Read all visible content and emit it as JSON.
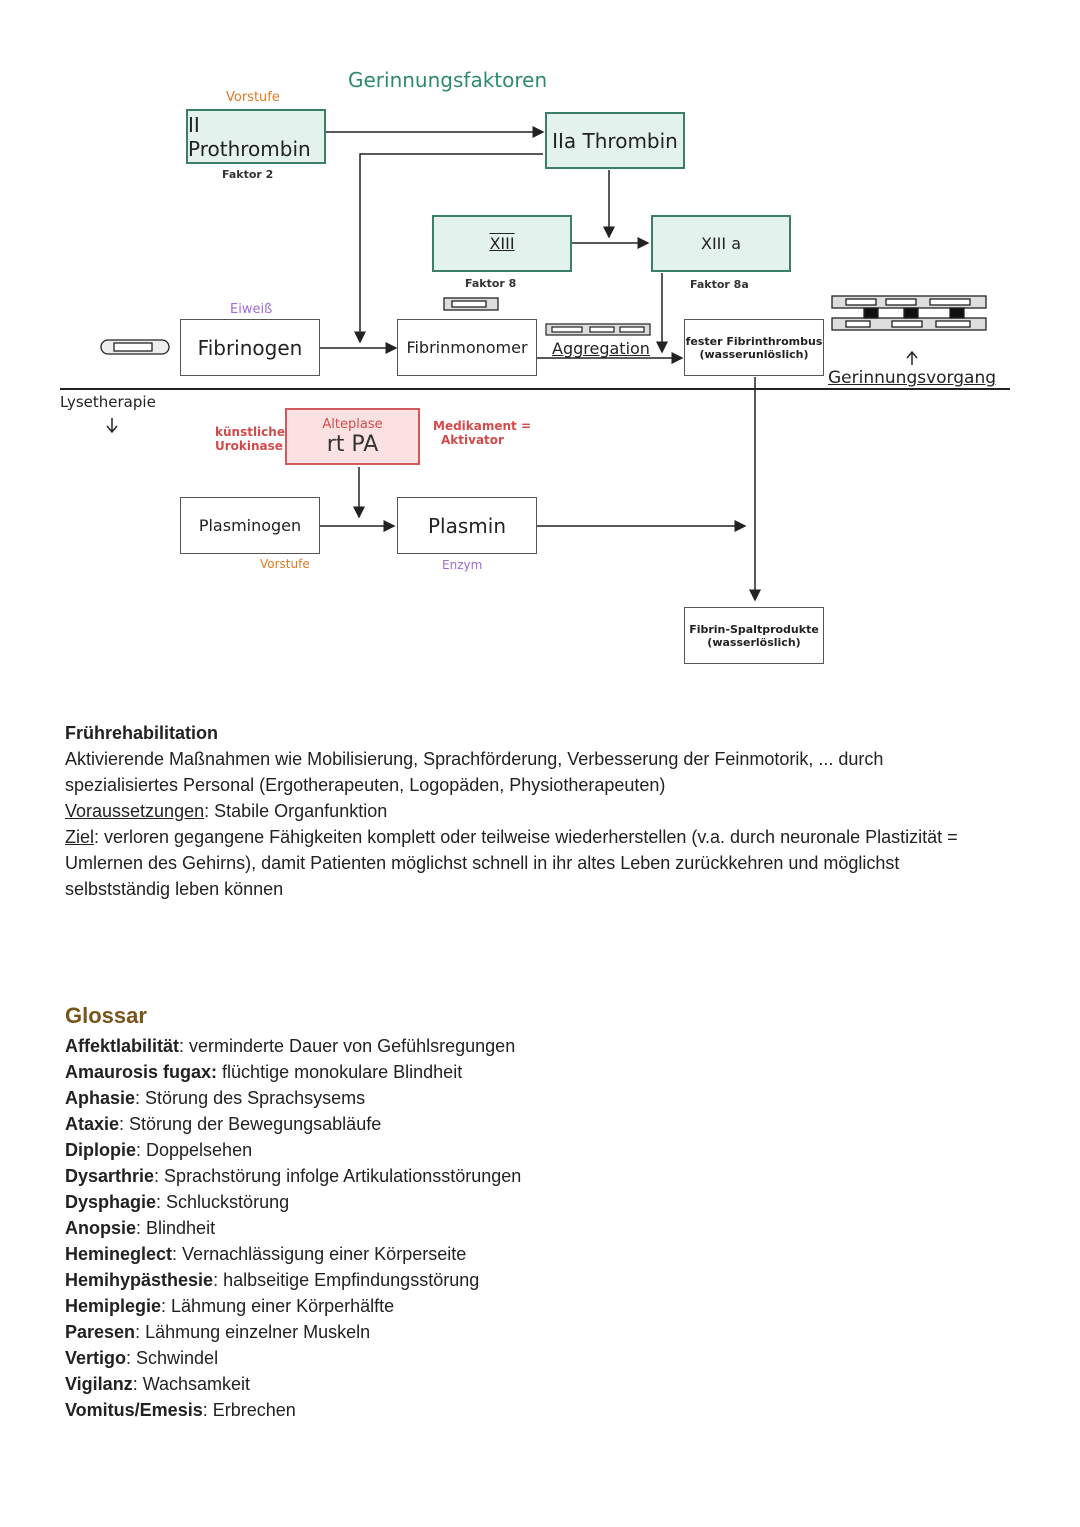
{
  "diagram": {
    "title": "Gerinnungsfaktoren",
    "prothrombin": {
      "pre": "Vorstufe",
      "label": "II Prothrombin",
      "sub": "Faktor 2"
    },
    "thrombin": {
      "label": "IIa Thrombin"
    },
    "f13": {
      "label": "XIII",
      "sub": "Faktor 8"
    },
    "f13a": {
      "label": "XIII a",
      "sub": "Faktor 8a"
    },
    "fibrinogen": {
      "pre": "Eiweiß",
      "label": "Fibrinogen"
    },
    "fibrinmonomer": {
      "label": "Fibrinmonomer"
    },
    "aggregation": "Aggregation",
    "thrombus": {
      "line1": "fester Fibrinthrombus",
      "line2": "(wasserunlöslich)"
    },
    "gerinnungsvorgang": "Gerinnungsvorgang",
    "lysetherapie": "Lysetherapie",
    "urokinase": {
      "line1": "künstliche",
      "line2": "Urokinase"
    },
    "alteplase": {
      "top": "Alteplase",
      "label": "rt PA"
    },
    "medikament": {
      "line1": "Medikament =",
      "line2": "Aktivator"
    },
    "plasminogen": {
      "label": "Plasminogen",
      "sub": "Vorstufe"
    },
    "plasmin": {
      "label": "Plasmin",
      "sub": "Enzym"
    },
    "spaltprodukte": {
      "line1": "Fibrin-Spaltprodukte",
      "line2": "(wasserlöslich)"
    },
    "colors": {
      "green": "#3d7f66",
      "green_fill": "#e3f2ec",
      "red": "#d35a5a",
      "red_fill": "#fbe1e1",
      "orange": "#e07a24",
      "purple": "#9d6ad6"
    }
  },
  "fruehreha": {
    "heading": "Frührehabilitation",
    "line1": "Aktivierende Maßnahmen wie Mobilisierung, Sprachförderung, Verbesserung der Feinmotorik, ... durch",
    "line2": "spezialisiertes Personal (Ergotherapeuten, Logopäden, Physiotherapeuten)",
    "req_label": "Voraussetzungen",
    "req_text": ": Stabile Organfunktion",
    "goal_label": "Ziel",
    "goal_line1": ": verloren gegangene Fähigkeiten komplett oder teilweise wiederherstellen (v.a. durch neuronale Plastizität =",
    "goal_line2": "Umlernen des Gehirns), damit Patienten möglichst schnell in ihr altes Leben zurückkehren und möglichst",
    "goal_line3": "selbstständig leben können"
  },
  "glossar": {
    "heading": "Glossar",
    "heading_color": "#7a5418",
    "items": [
      {
        "term": "Affektlabilität",
        "def": ": verminderte Dauer von Gefühlsregungen"
      },
      {
        "term": "Amaurosis fugax:",
        "def": " flüchtige monokulare Blindheit"
      },
      {
        "term": "Aphasie",
        "def": ": Störung des Sprachsysems"
      },
      {
        "term": "Ataxie",
        "def": ": Störung der Bewegungsabläufe"
      },
      {
        "term": "Diplopie",
        "def": ": Doppelsehen"
      },
      {
        "term": "Dysarthrie",
        "def": ": Sprachstörung infolge Artikulationsstörungen"
      },
      {
        "term": "Dysphagie",
        "def": ": Schluckstörung"
      },
      {
        "term": "Anopsie",
        "def": ": Blindheit"
      },
      {
        "term": "Hemineglect",
        "def": ": Vernachlässigung einer Körperseite"
      },
      {
        "term": "Hemihypästhesie",
        "def": ": halbseitige Empfindungsstörung"
      },
      {
        "term": "Hemiplegie",
        "def": ": Lähmung einer Körperhälfte"
      },
      {
        "term": "Paresen",
        "def": ": Lähmung einzelner Muskeln"
      },
      {
        "term": "Vertigo",
        "def": ": Schwindel"
      },
      {
        "term": "Vigilanz",
        "def": ": Wachsamkeit"
      },
      {
        "term": "Vomitus/Emesis",
        "def": ": Erbrechen"
      }
    ]
  }
}
